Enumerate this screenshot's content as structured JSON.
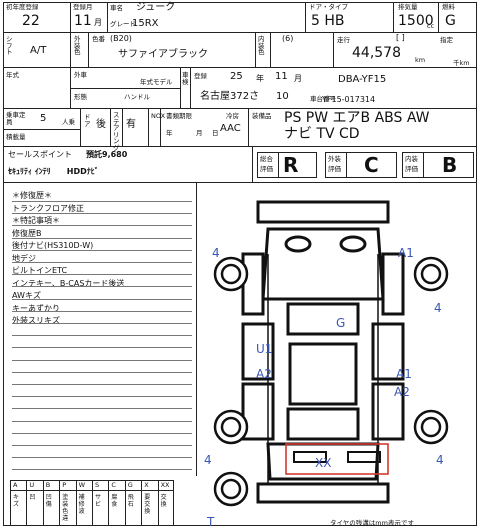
{
  "header": {
    "first_reg_label": "初年度登録",
    "reg_month_label": "登録月",
    "year": "22",
    "month": "11",
    "month_unit": "月",
    "car_name_label": "車名",
    "car_name": "ジューク",
    "grade_label": "グレード",
    "grade": "15RX",
    "door_type_label": "ドア・タイプ",
    "door_type": "5 HB",
    "displacement_label": "排気量",
    "displacement": "1500",
    "displacement_unit": "cc",
    "fuel_label": "燃料",
    "fuel": "G"
  },
  "row2": {
    "shift_label": "シフト",
    "shift": "A/T",
    "ext_color_label": "外装色",
    "color_code_label": "色番",
    "color_code": "(B20)",
    "color_name": "サファイアブラック",
    "int_color_label": "内装色",
    "int_color_code": "(6)",
    "mileage_label": "走行",
    "mileage": "44,578",
    "mileage_unit": "km",
    "mileage_unit2": "千km",
    "bracket": "[        ]",
    "inspection_label": "指定"
  },
  "row3": {
    "year_label": "年式",
    "exterior_label": "外車",
    "shape_label": "形態",
    "model_year_label": "年式モデル",
    "handle_label": "ハンドル",
    "inspection_label": "車検",
    "reg_label": "登録",
    "reg_y": "25",
    "reg_y_unit": "年",
    "reg_m": "11",
    "reg_m_unit": "月",
    "plate": "名古屋372さ",
    "day": "10",
    "model_code": "DBA-YF15",
    "chassis_label": "車台番号",
    "chassis": "YF15-017314"
  },
  "row4": {
    "capacity_label": "乗車定員",
    "capacity": "5",
    "capacity_unit": "人乗",
    "load_label": "積載量",
    "doors_label": "ドア",
    "rear_label": "後",
    "steering_label": "ステアリング",
    "presence": "有",
    "nox_label": "NOX",
    "docs_label": "書類期限",
    "docs_y": "年",
    "docs_m": "月",
    "docs_d": "日",
    "ac_label": "冷房",
    "ac_value": "AAC",
    "equipment_label": "装備品",
    "equipment_line1": "PS PW エアB ABS AW",
    "equipment_line2": "ナビ TV CD"
  },
  "sales": {
    "label": "セールスポイント",
    "deposit": "預託9,680",
    "line2": "ｾｷｭﾘﾃｨ ｲﾝﾃﾘ　　HDDﾅﾋﾞ"
  },
  "ratings": {
    "overall_label_1": "総合",
    "overall_label_2": "評価",
    "overall": "R",
    "exterior_label_1": "外装",
    "exterior_label_2": "評価",
    "exterior": "C",
    "interior_label_1": "内装",
    "interior_label_2": "評価",
    "interior": "B"
  },
  "notes": [
    "＊修復歴＊",
    "トランクフロア修正",
    "＊特記事項＊",
    "修復歴B",
    "後付ナビ(HS310D-W)",
    "地デジ",
    "ビルトインETC",
    "インテキー、B-CASカード後送",
    "AWキズ",
    "キーあずかり",
    "外装スリキズ"
  ],
  "legend": {
    "codes": [
      "A",
      "U",
      "B",
      "P",
      "W",
      "S",
      "C",
      "G",
      "X",
      "XX"
    ],
    "meanings": [
      "キズ",
      "凹",
      "凹傷",
      "塗装色違",
      "補修波",
      "サビ",
      "腐食",
      "飛石",
      "要交換",
      "交換"
    ]
  },
  "diagram_marks": [
    {
      "label": "4",
      "color": "#3a57b8"
    },
    {
      "label": "A1",
      "color": "#3a57b8"
    },
    {
      "label": "4",
      "color": "#3a57b8"
    },
    {
      "label": "G",
      "color": "#3a57b8"
    },
    {
      "label": "U1",
      "color": "#3a57b8"
    },
    {
      "label": "A2",
      "color": "#3a57b8"
    },
    {
      "label": "A1",
      "color": "#3a57b8"
    },
    {
      "label": "A2",
      "color": "#3a57b8"
    },
    {
      "label": "4",
      "color": "#3a57b8"
    },
    {
      "label": "4",
      "color": "#3a57b8"
    },
    {
      "label": "XX",
      "color": "#3a57b8"
    },
    {
      "label": "T",
      "color": "#3a57b8"
    }
  ],
  "footer": {
    "tire_note": "タイヤの残溝はmm表示です"
  }
}
